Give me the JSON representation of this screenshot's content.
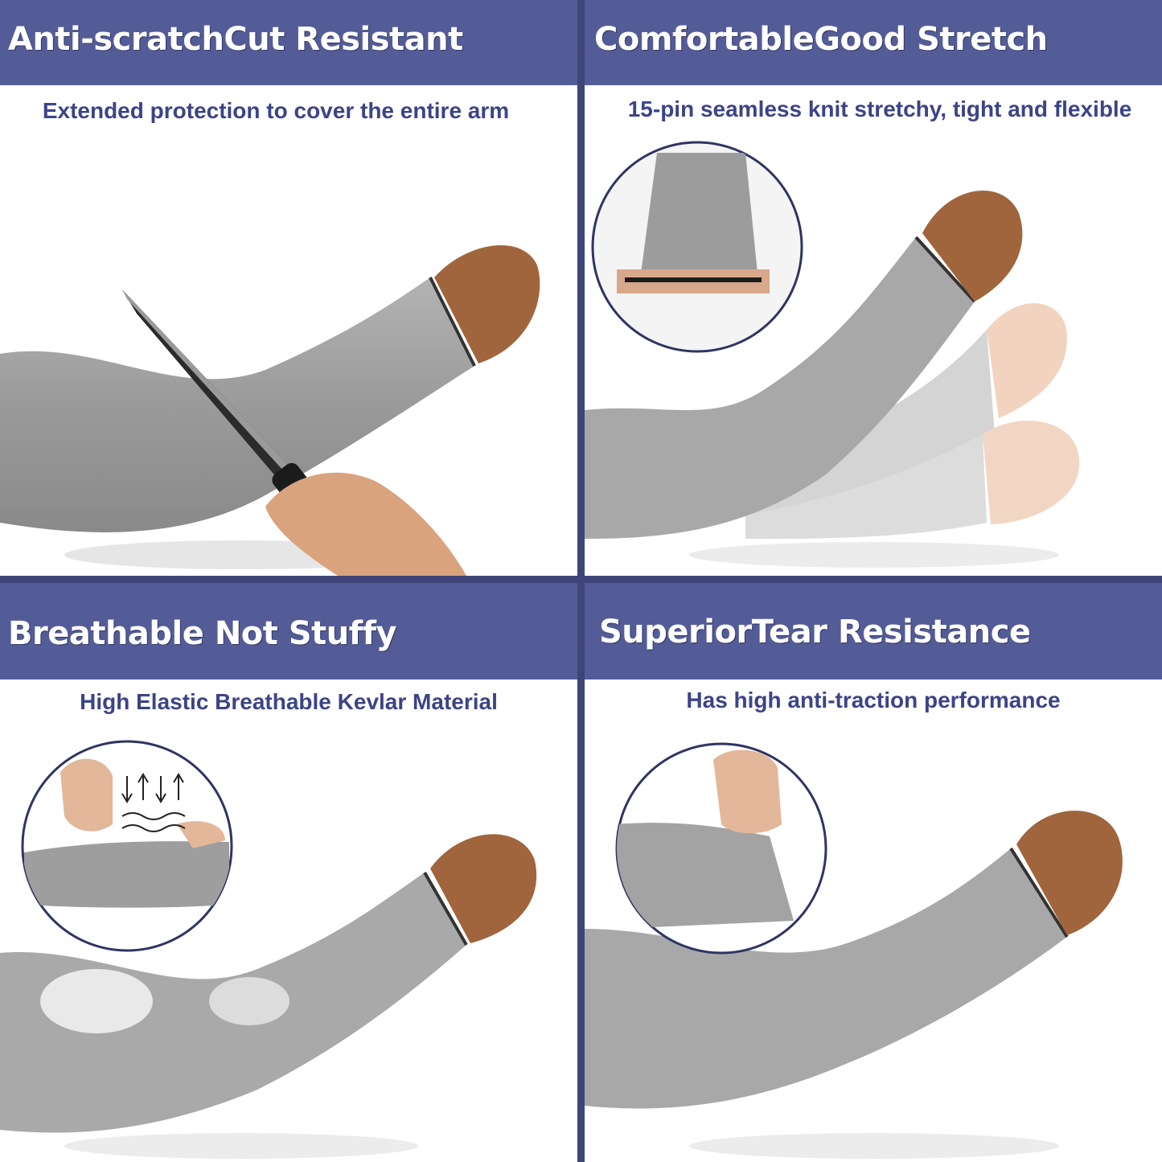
{
  "colors": {
    "banner": "#545c97",
    "divider": "#3f4479",
    "subtitle": "#3c4487",
    "title": "#ffffff"
  },
  "panels": [
    {
      "title": "Anti-scratchCut Resistant",
      "subtitle": "Extended protection to cover the entire arm"
    },
    {
      "title": "ComfortableGood Stretch",
      "subtitle": "15-pin seamless knit stretchy, tight and flexible"
    },
    {
      "title": "Breathable Not Stuffy",
      "subtitle": "High Elastic Breathable Kevlar Material"
    },
    {
      "title": "SuperiorTear Resistance",
      "subtitle": "Has high anti-traction performance"
    }
  ]
}
